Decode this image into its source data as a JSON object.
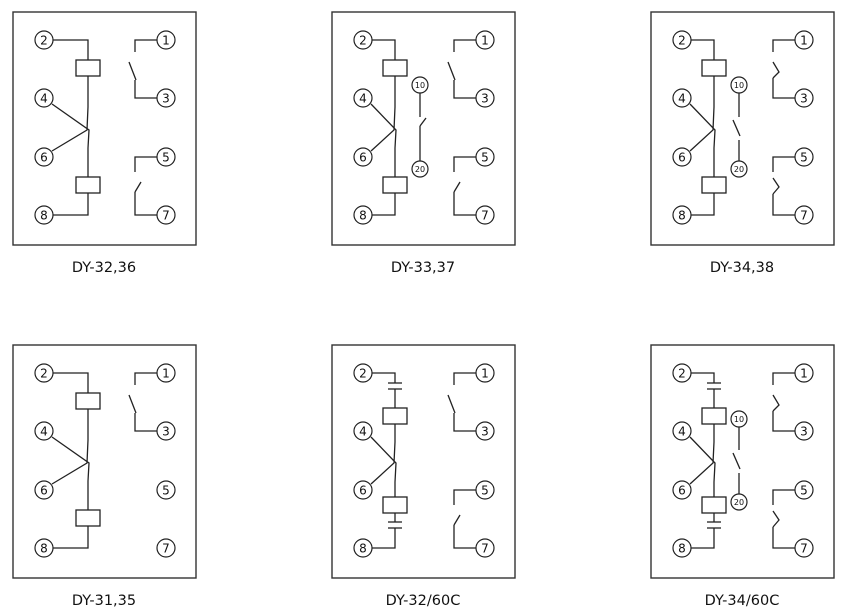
{
  "terminal_labels": {
    "t1": "1",
    "t2": "2",
    "t3": "3",
    "t4": "4",
    "t5": "5",
    "t6": "6",
    "t7": "7",
    "t8": "8",
    "t10": "10",
    "t20": "20"
  },
  "diagrams": [
    {
      "id": "dy-32-36",
      "caption": "DY-32,36",
      "variant": "basic",
      "extra_terminals": false,
      "contact_5_7": true
    },
    {
      "id": "dy-33-37",
      "caption": "DY-33,37",
      "variant": "basic",
      "extra_terminals": true,
      "contact_5_7": true
    },
    {
      "id": "dy-34-38",
      "caption": "DY-34,38",
      "variant": "basic",
      "extra_terminals": true,
      "contact_5_7": true
    },
    {
      "id": "dy-31-35",
      "caption": "DY-31,35",
      "variant": "basic",
      "extra_terminals": false,
      "contact_5_7": false
    },
    {
      "id": "dy-32-60c",
      "caption": "DY-32/60C",
      "variant": "capacitor",
      "extra_terminals": false,
      "contact_5_7": true
    },
    {
      "id": "dy-34-60c",
      "caption": "DY-34/60C",
      "variant": "capacitor",
      "extra_terminals": true,
      "contact_5_7": true
    }
  ]
}
